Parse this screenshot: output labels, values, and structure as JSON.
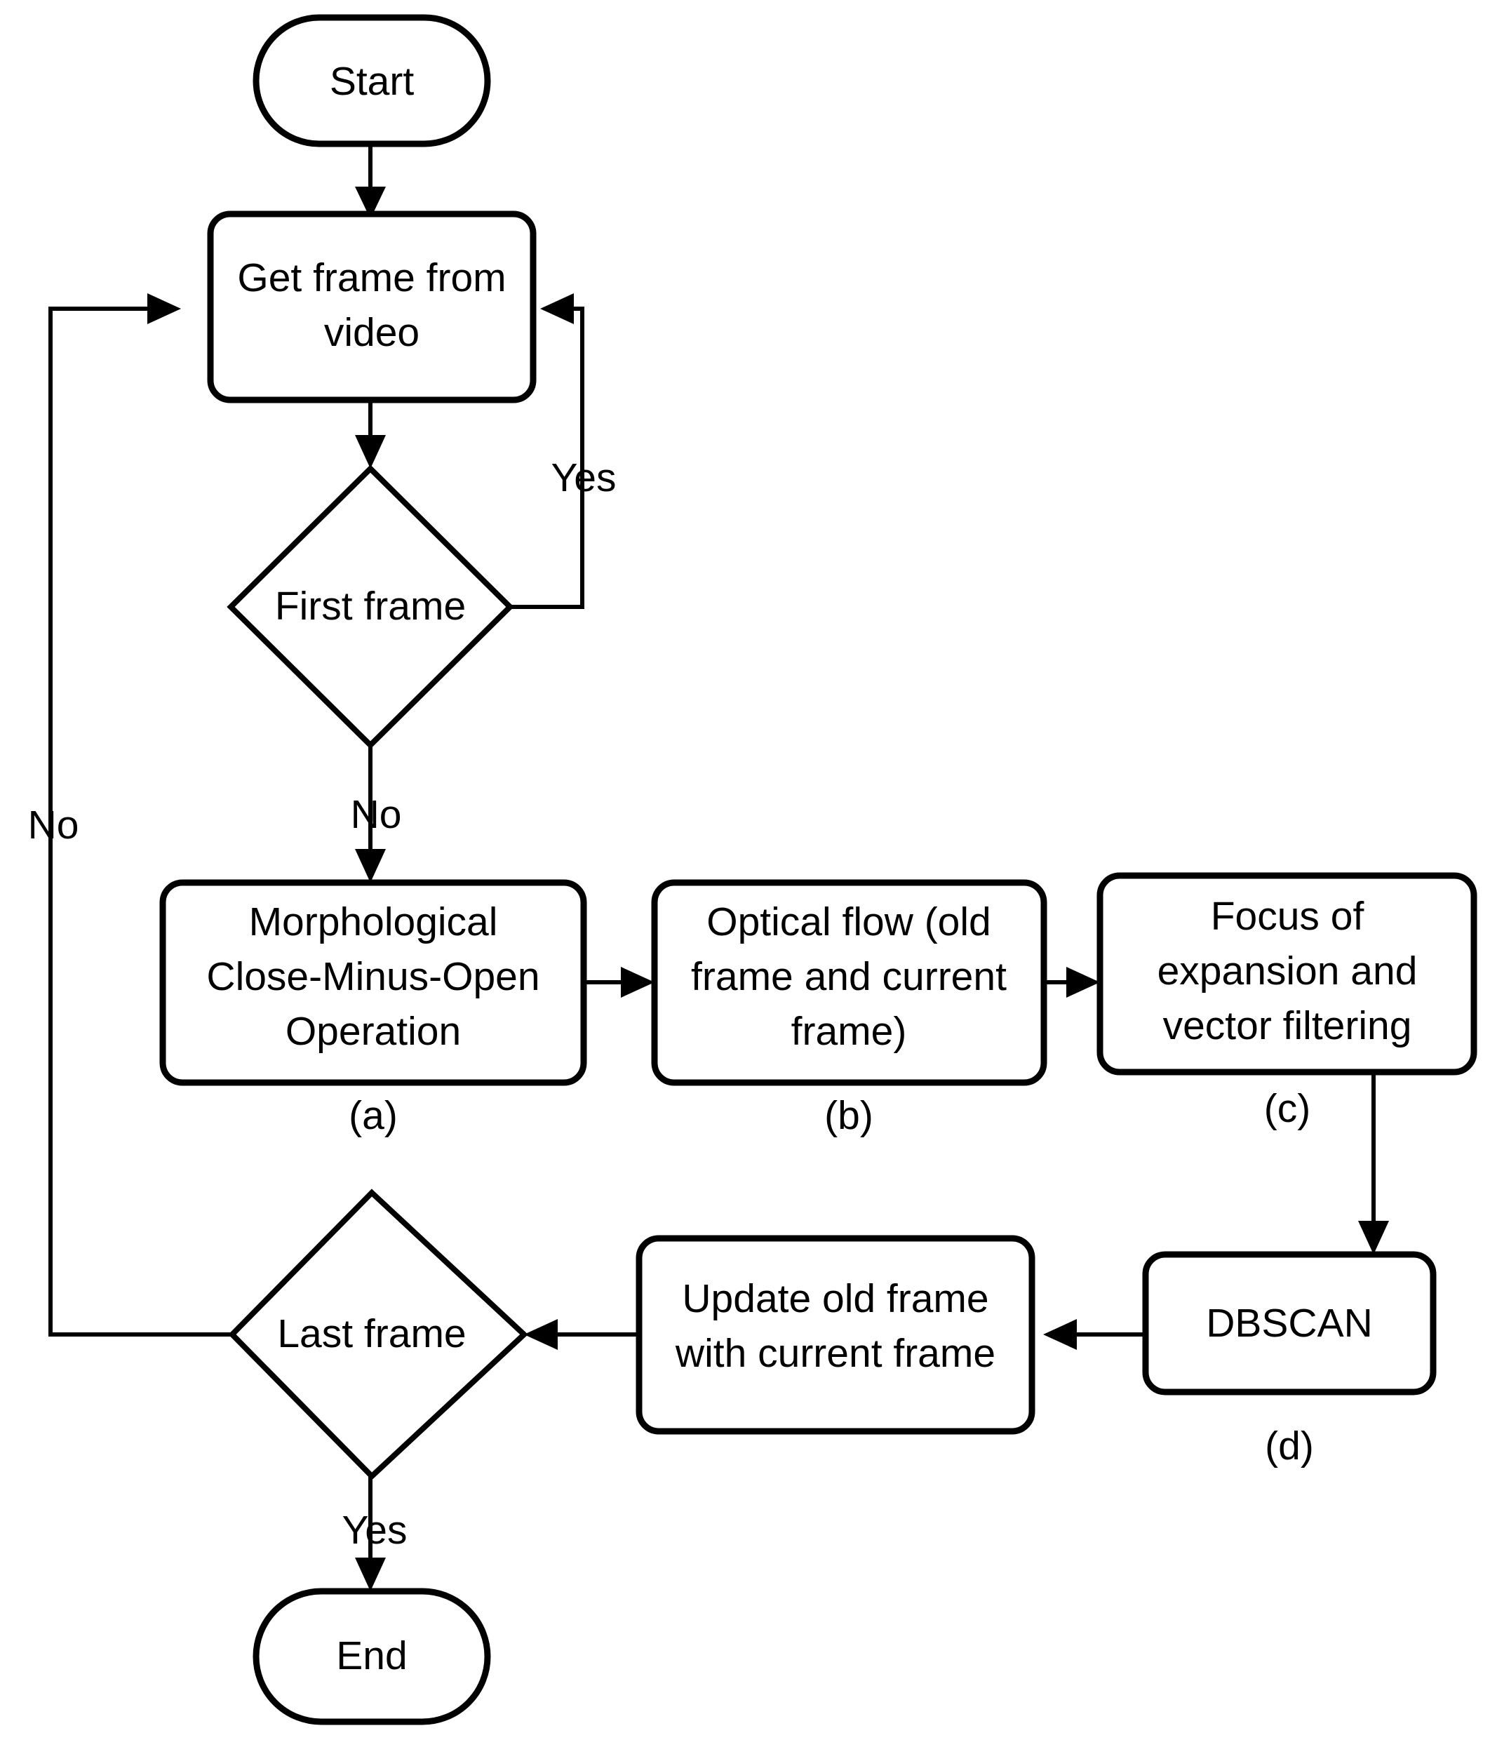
{
  "diagram": {
    "title": "Video frame processing flowchart",
    "colors": {
      "stroke": "#000000",
      "fill": "#ffffff",
      "text": "#000000",
      "background": "#ffffff"
    },
    "nodes": {
      "start": {
        "label": "Start",
        "shape": "terminator"
      },
      "get_frame": {
        "label_line1": "Get frame from",
        "label_line2": "video",
        "shape": "process"
      },
      "first_frame": {
        "label": "First frame",
        "shape": "decision"
      },
      "morphological": {
        "label_line1": "Morphological",
        "label_line2": "Close-Minus-Open",
        "label_line3": "Operation",
        "shape": "process",
        "caption": "(a)"
      },
      "optical_flow": {
        "label_line1": "Optical flow (old",
        "label_line2": "frame and current",
        "label_line3": "frame)",
        "shape": "process",
        "caption": "(b)"
      },
      "focus_expansion": {
        "label_line1": "Focus of",
        "label_line2": "expansion and",
        "label_line3": "vector filtering",
        "shape": "process",
        "caption": "(c)"
      },
      "dbscan": {
        "label": "DBSCAN",
        "shape": "process",
        "caption": "(d)"
      },
      "update_old_frame": {
        "label_line1": "Update old frame",
        "label_line2": "with current frame",
        "shape": "process"
      },
      "last_frame": {
        "label": "Last frame",
        "shape": "decision"
      },
      "end": {
        "label": "End",
        "shape": "terminator"
      }
    },
    "edge_labels": {
      "first_frame_yes": "Yes",
      "first_frame_no": "No",
      "last_frame_no": "No",
      "last_frame_yes": "Yes"
    },
    "edges": [
      {
        "from": "start",
        "to": "get_frame",
        "label": ""
      },
      {
        "from": "get_frame",
        "to": "first_frame",
        "label": ""
      },
      {
        "from": "first_frame",
        "to": "get_frame",
        "label": "Yes"
      },
      {
        "from": "first_frame",
        "to": "morphological",
        "label": "No"
      },
      {
        "from": "morphological",
        "to": "optical_flow",
        "label": ""
      },
      {
        "from": "optical_flow",
        "to": "focus_expansion",
        "label": ""
      },
      {
        "from": "focus_expansion",
        "to": "dbscan",
        "label": ""
      },
      {
        "from": "dbscan",
        "to": "update_old_frame",
        "label": ""
      },
      {
        "from": "update_old_frame",
        "to": "last_frame",
        "label": ""
      },
      {
        "from": "last_frame",
        "to": "get_frame",
        "label": "No"
      },
      {
        "from": "last_frame",
        "to": "end",
        "label": "Yes"
      }
    ]
  }
}
